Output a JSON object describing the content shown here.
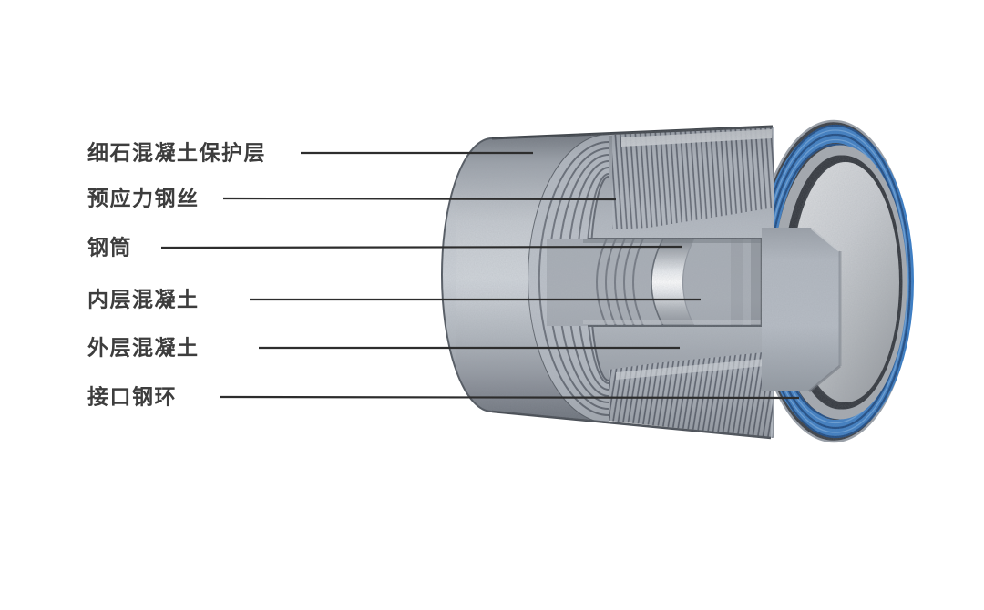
{
  "diagram": {
    "labels": [
      {
        "id": "mortar-coating",
        "text": "细石混凝土保护层"
      },
      {
        "id": "prestressed-wire",
        "text": "预应力钢丝"
      },
      {
        "id": "steel-cylinder",
        "text": "钢筒"
      },
      {
        "id": "inner-concrete",
        "text": "内层混凝土"
      },
      {
        "id": "outer-concrete",
        "text": "外层混凝土"
      },
      {
        "id": "joint-steel-ring",
        "text": "接口钢环"
      }
    ],
    "colors": {
      "background": "#ffffff",
      "label_text": "#3d3d3d",
      "leader_line": "#2d2d2d",
      "concrete_gray": "#b4bac2",
      "steel_highlight": "#f4f6f8",
      "joint_ring_blue": "#3d7ec4",
      "joint_ring_groove_blue": "#1d4b84",
      "dark_rim": "#3a3e44"
    }
  }
}
